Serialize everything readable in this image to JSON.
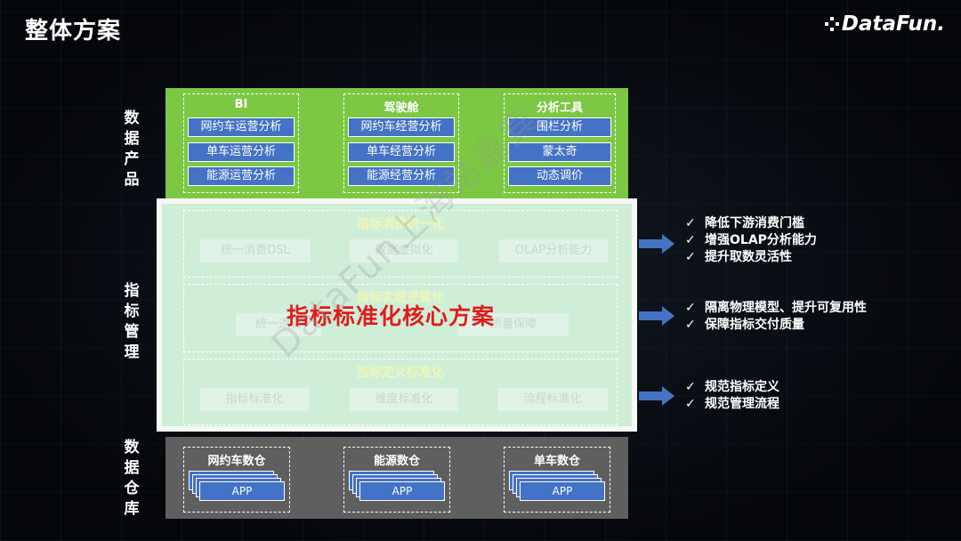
{
  "header": {
    "title": "整体方案",
    "logo": "DataFun."
  },
  "side_labels": [
    "数据产品",
    "指标管理",
    "数据仓库"
  ],
  "products": [
    {
      "title": "BI",
      "items": [
        "网约车运营分析",
        "单车运营分析",
        "能源运营分析"
      ]
    },
    {
      "title": "驾驶舱",
      "items": [
        "网约车经营分析",
        "单车经营分析",
        "能源经营分析"
      ]
    },
    {
      "title": "分析工具",
      "items": [
        "围栏分析",
        "蒙太奇",
        "动态调价"
      ]
    }
  ],
  "metrics": [
    {
      "title": "指标消费统一化",
      "items": [
        "统一消费DSL",
        "数据虚拟化",
        "OLAP分析能力"
      ]
    },
    {
      "title": "指标实现逻辑化",
      "items": [
        "统一逻辑",
        "",
        "质量保障"
      ]
    },
    {
      "title": "指标定义标准化",
      "items": [
        "指标标准化",
        "维度标准化",
        "流程标准化"
      ]
    }
  ],
  "overlay_title": "指标标准化核心方案",
  "watermark": "DataFun上海站嘉宾",
  "benefits": [
    [
      "降低下游消费门槛",
      "增强OLAP分析能力",
      "提升取数灵活性"
    ],
    [
      "隔离物理模型、提升可复用性",
      "保障指标交付质量"
    ],
    [
      "规范指标定义",
      "规范管理流程"
    ]
  ],
  "check_mark": "✓",
  "warehouses": [
    {
      "title": "网约车数仓",
      "app": "APP"
    },
    {
      "title": "能源数仓",
      "app": "APP"
    },
    {
      "title": "单车数仓",
      "app": "APP"
    }
  ],
  "colors": {
    "product_band": "#7cc843",
    "tile_blue": "#4472c4",
    "warehouse_band": "#5f5f5f",
    "overlay_red": "#e11b1b",
    "arrow_blue": "#4472c4"
  }
}
